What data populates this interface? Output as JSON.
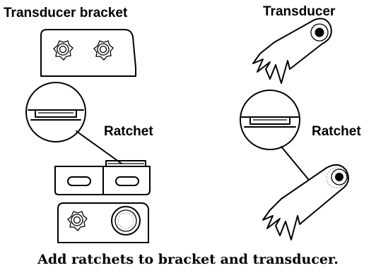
{
  "labels": {
    "bracket": "Transducer bracket",
    "transducer": "Transducer",
    "ratchet_left": "Ratchet",
    "ratchet_right": "Ratchet"
  },
  "caption": "Add ratchets to bracket and transducer."
}
